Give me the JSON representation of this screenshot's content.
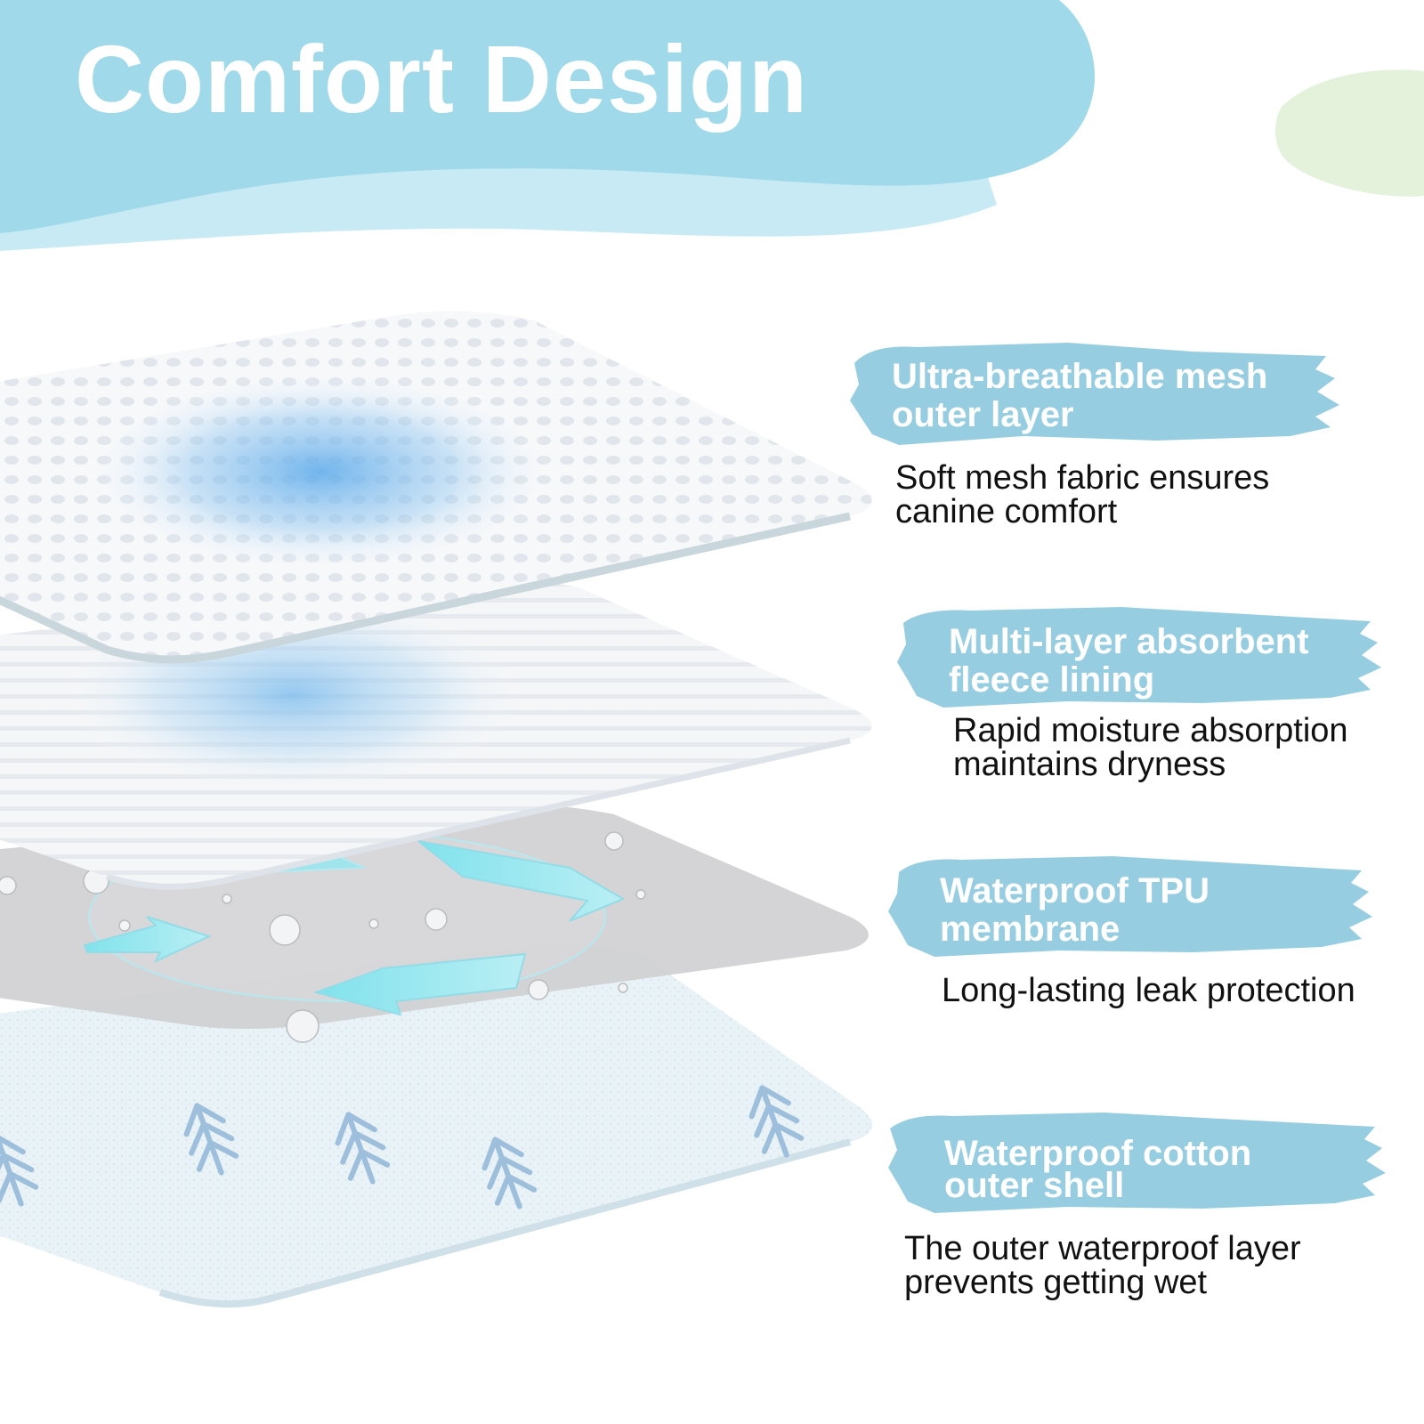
{
  "page": {
    "title": "Comfort Design"
  },
  "layers": [
    {
      "name": "Ultra-breathable mesh outer layer",
      "title_lines": [
        "Ultra-breathable mesh",
        "outer layer"
      ],
      "desc_lines": [
        "Soft mesh fabric ensures",
        "canine comfort"
      ]
    },
    {
      "name": "Multi-layer absorbent fleece lining",
      "title_lines": [
        "Multi-layer absorbent",
        "fleece lining"
      ],
      "desc_lines": [
        "Rapid moisture absorption",
        "maintains dryness"
      ]
    },
    {
      "name": "Waterproof TPU membrane",
      "title_lines": [
        "Waterproof TPU",
        "membrane"
      ],
      "desc_lines": [
        "Long-lasting leak protection"
      ]
    },
    {
      "name": "Waterproof cotton outer shell",
      "title_lines": [
        "Waterproof cotton",
        "outer shell"
      ],
      "desc_lines": [
        "The outer waterproof layer",
        "prevents getting wet"
      ]
    }
  ],
  "colors": {
    "header_blue": "#9fd9ea",
    "header_blue_light": "#c8eaf4",
    "brush_blue": "#97cde0",
    "accent_green": "#e4f2dc",
    "text_dark": "#111111",
    "text_white": "#ffffff"
  },
  "icons": {
    "circulation_arrows": "circular-airflow-arrows-icon",
    "leaf_pattern": "leaf-pattern-icon"
  }
}
